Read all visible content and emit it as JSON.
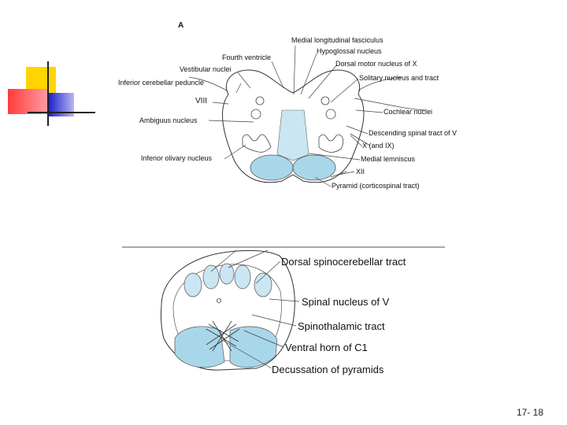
{
  "slide": {
    "number": "17- 18"
  },
  "figure_a": {
    "panel_label": "A",
    "labels": {
      "mlf": "Medial longitudinal fasciculus",
      "fourth_ventricle": "Fourth ventricle",
      "hypoglossal": "Hypoglossal nucleus",
      "vestibular": "Vestibular nuclei",
      "dorsal_motor": "Dorsal motor nucleus of X",
      "icp": "Inferior cerebellar peduncle",
      "solitary": "Solitary nucleus and tract",
      "viii": "VIII",
      "cochlear": "Cochlear nuclei",
      "ambiguus": "Ambiguus nucleus",
      "desc_spinal_v": "Descending spinal tract of V",
      "x_ix": "X (and IX)",
      "inf_olivary": "Inferior olivary nucleus",
      "medial_lemniscus": "Medial lemniscus",
      "xii": "XII",
      "pyramid": "Pyramid (corticospinal tract)"
    }
  },
  "figure_b": {
    "labels": {
      "dorsal_spinocerebellar": "Dorsal spinocerebellar tract",
      "spinal_nucleus_v": "Spinal nucleus of V",
      "spinothalamic": "Spinothalamic tract",
      "ventral_horn": "Ventral horn of C1",
      "decussation": "Decussation of pyramids"
    }
  },
  "colors": {
    "highlight": "#a9d7ea",
    "bar_yellow": "#ffd400",
    "bar_red": "#ff3b3b",
    "bar_blue": "#2222cc"
  }
}
